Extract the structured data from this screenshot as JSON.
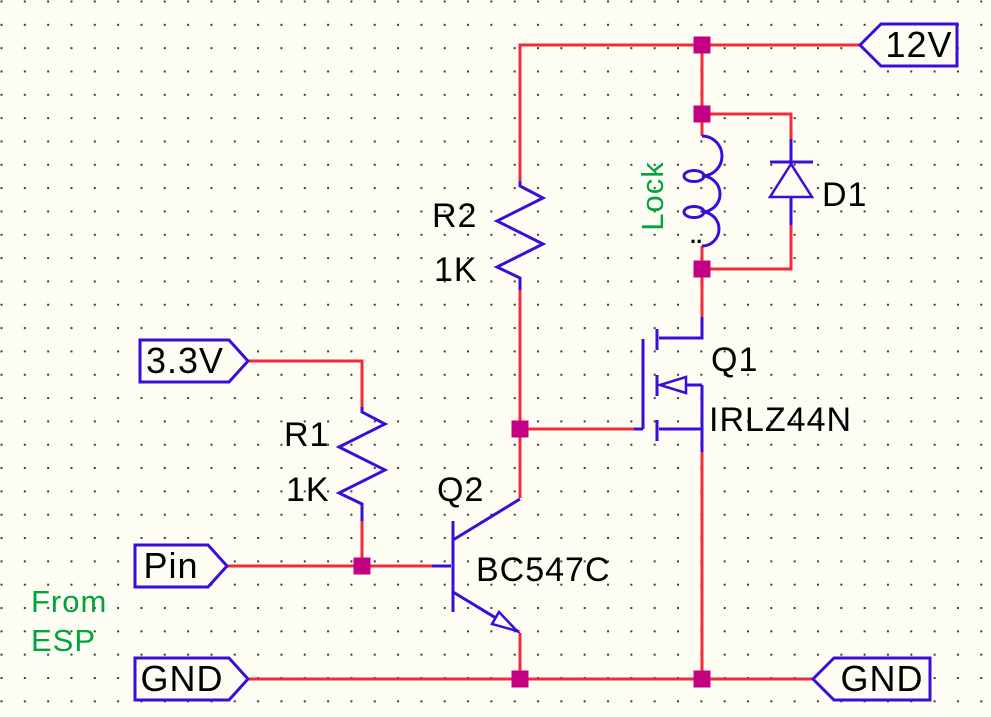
{
  "canvas": {
    "type": "circuit-schematic"
  },
  "colors": {
    "bg": "#FDFDF3",
    "grid_dot": "#3C3C3C",
    "wire": "#F22A3C",
    "symbol": "#3C0DD8",
    "junction": "#C40082",
    "green": "#00A33C",
    "text": "#000000"
  },
  "flags": {
    "v12": {
      "label": "12V"
    },
    "v33": {
      "label": "3.3V"
    },
    "pin": {
      "label": "Pin"
    },
    "gnd_left": {
      "label": "GND"
    },
    "gnd_right": {
      "label": "GND"
    }
  },
  "components": {
    "r2": {
      "designator": "R2",
      "value": "1K"
    },
    "r1": {
      "designator": "R1",
      "value": "1K"
    },
    "q1": {
      "designator": "Q1",
      "part": "IRLZ44N"
    },
    "q2": {
      "designator": "Q2",
      "part": "BC547C"
    },
    "d1": {
      "designator": "D1"
    },
    "solenoid": {
      "net_label": "Lock",
      "pin_dots": ".."
    }
  },
  "annotations": {
    "from_esp": [
      "From",
      "ESP"
    ]
  }
}
